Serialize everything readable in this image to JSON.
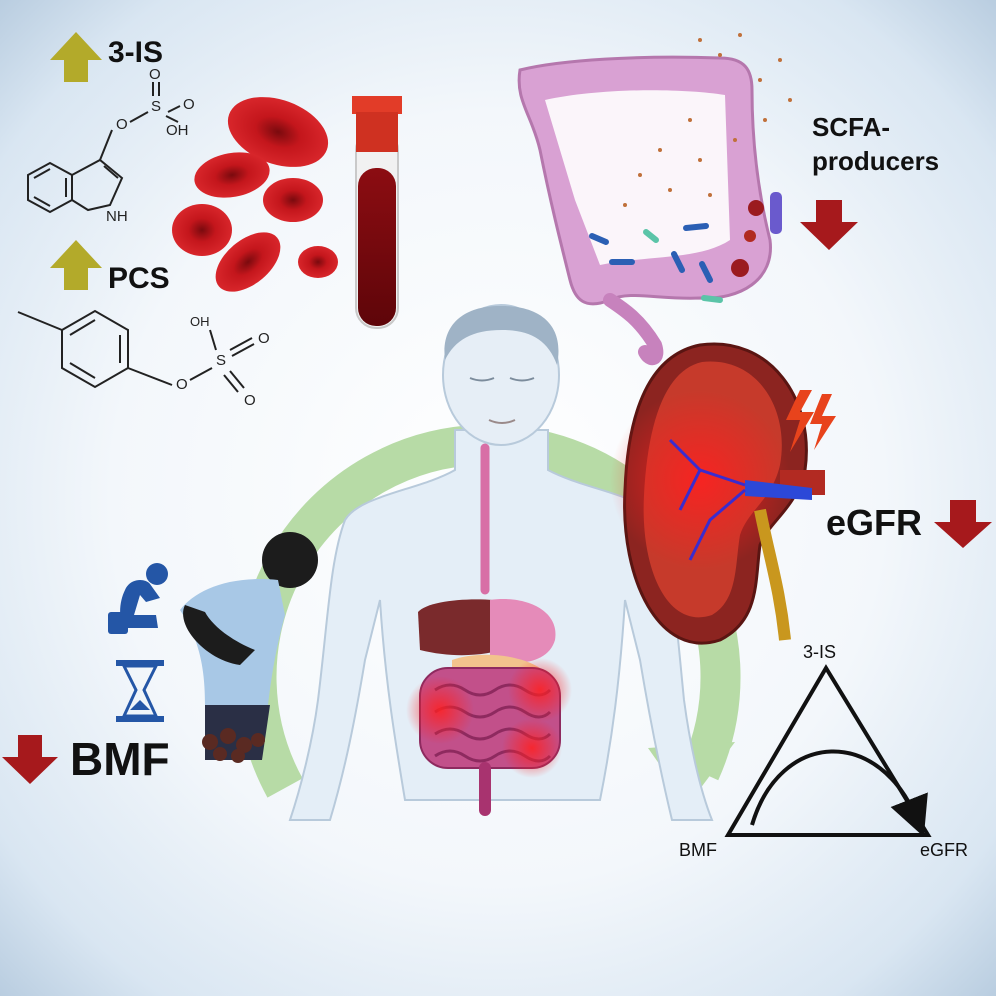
{
  "labels": {
    "indoxyl_sulfate": "3-IS",
    "p_cresyl_sulfate": "PCS",
    "scfa_line1": "SCFA-",
    "scfa_line2": "producers",
    "egfr": "eGFR",
    "bmf": "BMF"
  },
  "chemistry": {
    "is_o": "O",
    "is_s": "S",
    "is_o_right": "O",
    "is_oh": "OH",
    "is_o_left": "O",
    "is_nh": "NH",
    "pcs_oh": "OH",
    "pcs_s": "S",
    "pcs_o_right": "O",
    "pcs_o_bottom": "O",
    "pcs_o_left": "O"
  },
  "triangle": {
    "top": "3-IS",
    "left": "BMF",
    "right": "eGFR"
  },
  "colors": {
    "up_arrow": "#b3aa2a",
    "down_arrow": "#a6191c",
    "cycle_ring": "#b7dba6",
    "blood": "#9c0f14",
    "colon": "#d9a1d3",
    "kidney": "#b72b24",
    "icon_blue": "#2456a6"
  },
  "icons": {
    "up": "up-arrow-icon",
    "down": "down-arrow-icon",
    "lightning": "lightning-icon",
    "sad_person": "sad-person-icon",
    "hourglass": "hourglass-icon"
  }
}
